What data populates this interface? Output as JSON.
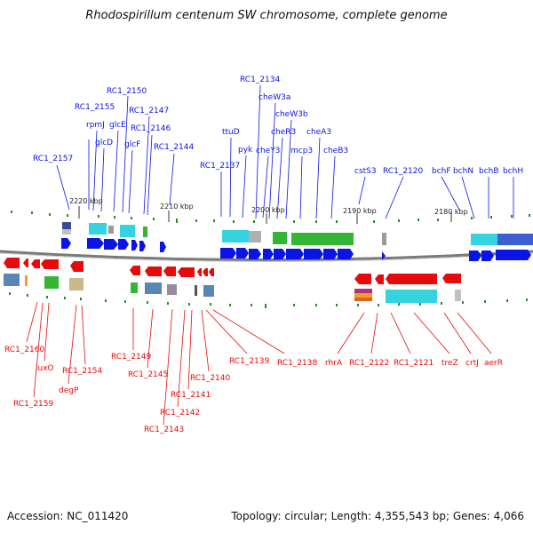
{
  "title": "Rhodospirillum centenum SW chromosome, complete genome",
  "footer": {
    "accession": "Accession: NC_011420",
    "summary": "Topology: circular; Length: 4,355,543 bp; Genes: 4,066"
  },
  "ticks": [
    "2220 kbp",
    "2210 kbp",
    "2200 kbp",
    "2190 kbp",
    "2180 kbp"
  ],
  "colors": {
    "forward_strand": "#0a14e6",
    "reverse_strand": "#e60a0a",
    "backbone": "#777777",
    "cog_cyan": "#35d3e0",
    "cog_green": "#34b534",
    "cog_blue": "#3b5fd0",
    "cog_steel": "#5a86b4",
    "cog_gray": "#9a9a9a",
    "cog_khaki": "#c8b98a",
    "cog_orange": "#f0a020",
    "cog_magenta": "#b03080"
  },
  "top_labels": [
    "RC1_2157",
    "RC1_2155",
    "rpmJ",
    "glcD",
    "glcE",
    "RC1_2150",
    "glcF",
    "RC1_2147",
    "RC1_2146",
    "RC1_2144",
    "RC1_2137",
    "ttuD",
    "pyk",
    "cheY3",
    "RC1_2134",
    "cheW3a",
    "cheR3",
    "cheW3b",
    "mcp3",
    "cheA3",
    "cheB3",
    "cstS3",
    "RC1_2120",
    "bchF",
    "bchN",
    "bchB",
    "bchH"
  ],
  "bottom_labels": [
    "RC1_2160",
    "luxO",
    "RC1_2159",
    "RC1_2154",
    "degP",
    "RC1_2149",
    "RC1_2145",
    "RC1_2140",
    "RC1_2141",
    "RC1_2142",
    "RC1_2143",
    "RC1_2139",
    "RC1_2138",
    "rhrA",
    "RC1_2122",
    "RC1_2121",
    "treZ",
    "crtJ",
    "aerR"
  ]
}
